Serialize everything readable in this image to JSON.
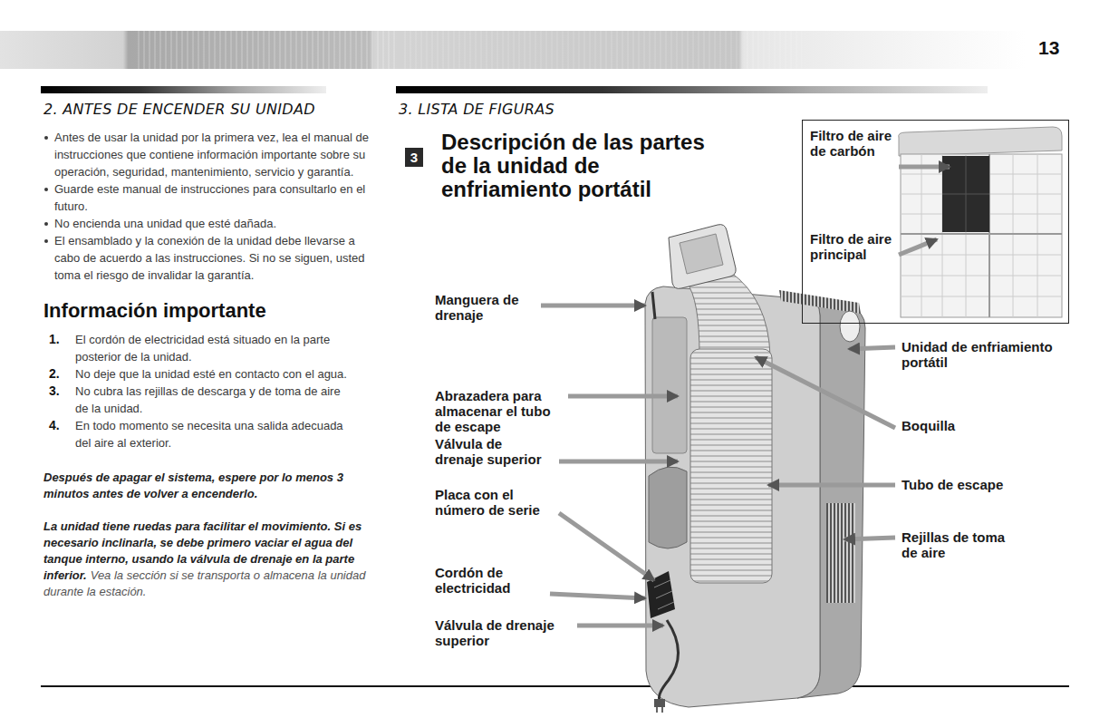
{
  "diagram": {
    "title": "Descripción de las partes de la unidad de enfriamiento portátil",
    "nodes": [
      {
        "text": [
          "3"
        ]
      },
      {
        "text": [
          "Filtro de aire de carbón",
          "Filtro de aire principal"
        ]
      }
    ],
    "labels": [
      "13",
      "2. ANTES DE ENCENDER SU UNIDAD",
      "Antes de usar la unidad por la primera vez, lea el manual de instrucciones que contiene información importante sobre su operación, seguridad, mantenimiento, servicio y garantía.",
      "Guarde este manual de instrucciones para consultarlo en el futuro.",
      "No encienda una unidad que esté dañada.",
      "El ensamblado y la conexión de la unidad debe llevarse a cabo de acuerdo a las instrucciones. Si no se siguen, usted toma el riesgo de invalidar la garantía.",
      "Información importante",
      "1.",
      "El cordón de electricidad está situado en la parte posterior de la unidad.",
      "2.",
      "No deje que la unidad esté en contacto con el agua.",
      "3.",
      "No cubra las rejillas de descarga y de toma de aire de la unidad.",
      "4.",
      "En todo momento se necesita una salida adecuada del aire al exterior.",
      "Después de apagar el sistema, espere por lo menos 3 minutos antes de volver a encenderlo.",
      "La unidad tiene ruedas para facilitar el movimiento. Si es necesario inclinarla, se debe primero vaciar el agua del tanque interno, usando la válvula de drenaje en la parte inferior.",
      "Vea la sección si se transporta o almacena la unidad durante la estación.",
      "3. LISTA DE FIGURAS",
      "Manguera de drenaje",
      "Abrazadera para almacenar el tubo de escape",
      "Válvula de drenaje superior",
      "Placa con el número de serie",
      "Cordón de electricidad",
      "Válvula de drenaje superior",
      "Unidad de enfriamiento portátil",
      "Boquilla",
      "Tubo de escape",
      "Rejillas de toma de aire"
    ]
  }
}
